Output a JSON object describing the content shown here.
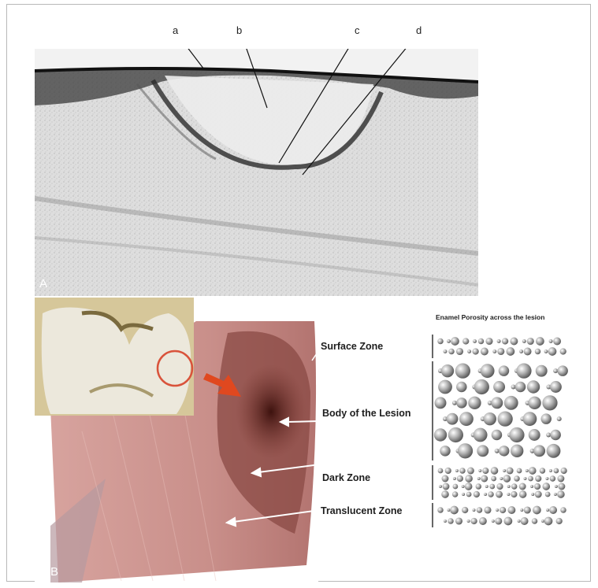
{
  "panel_a": {
    "panel_letter": "A",
    "callouts": [
      "a",
      "b",
      "c",
      "d"
    ]
  },
  "panel_b": {
    "panel_letter": "B",
    "zones": [
      "Surface Zone",
      "Body of the Lesion",
      "Dark Zone",
      "Translucent Zone"
    ],
    "porosity_title": "Enamel Porosity across the lesion"
  },
  "colors": {
    "section_tint": "#c89490",
    "lesion_dark": "#4a1a15",
    "arrow_red": "#e0481f",
    "circle_red": "#d9533b"
  }
}
